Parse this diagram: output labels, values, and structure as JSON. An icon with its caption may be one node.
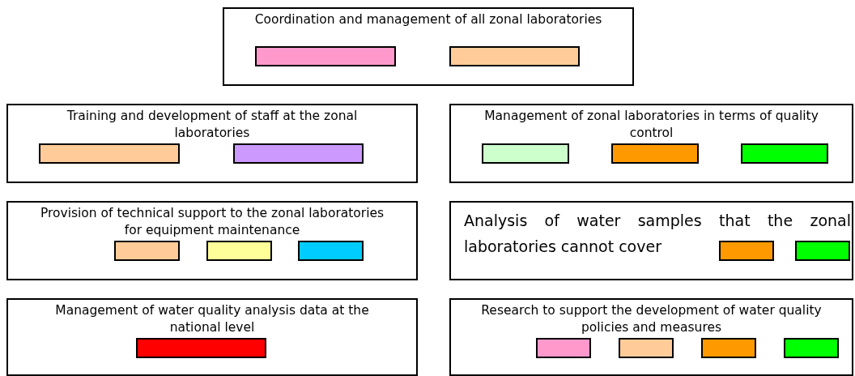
{
  "diagram": {
    "nodes": [
      {
        "text": [
          "Coordination and management of all zonal laboratories"
        ]
      },
      {
        "text": [],
        "shape": "bar",
        "in": 0
      },
      {
        "text": [],
        "shape": "bar",
        "in": 0
      },
      {
        "text": [
          "Training and development of staff at the zonal laboratories"
        ]
      },
      {
        "text": [],
        "shape": "bar",
        "in": 3
      },
      {
        "text": [],
        "shape": "bar",
        "in": 3
      },
      {
        "text": [
          "Management of zonal laboratories in terms of quality control"
        ]
      },
      {
        "text": [],
        "shape": "bar",
        "in": 6
      },
      {
        "text": [],
        "shape": "bar",
        "in": 6
      },
      {
        "text": [],
        "shape": "bar",
        "in": 6
      },
      {
        "text": [
          "Provision of technical support to the zonal laboratories for equipment maintenance"
        ]
      },
      {
        "text": [],
        "shape": "bar",
        "in": 10
      },
      {
        "text": [],
        "shape": "bar",
        "in": 10
      },
      {
        "text": [],
        "shape": "bar",
        "in": 10
      },
      {
        "text": [
          "Analysis of water samples that the zonal laboratories cannot cover"
        ]
      },
      {
        "text": [],
        "shape": "bar",
        "in": 14
      },
      {
        "text": [],
        "shape": "bar",
        "in": 14
      },
      {
        "text": [
          "Management of water quality analysis data at the national level"
        ]
      },
      {
        "text": [],
        "shape": "bar",
        "in": 17
      },
      {
        "text": [
          "Research to support the development of water quality policies and measures"
        ]
      },
      {
        "text": [],
        "shape": "bar",
        "in": 19
      },
      {
        "text": [],
        "shape": "bar",
        "in": 19
      },
      {
        "text": [],
        "shape": "bar",
        "in": 19
      },
      {
        "text": [],
        "shape": "bar",
        "in": 19
      }
    ]
  }
}
